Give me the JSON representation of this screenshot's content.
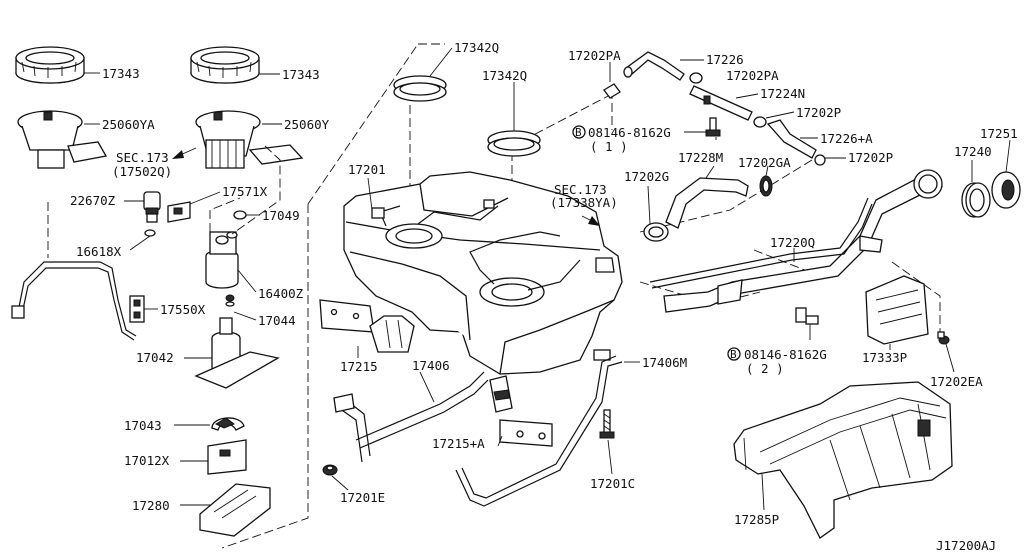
{
  "diagram_code": "J17200AJ",
  "parts": [
    {
      "key": "p17343a",
      "text": "17343"
    },
    {
      "key": "p17343b",
      "text": "17343"
    },
    {
      "key": "p25060ya",
      "text": "25060YA"
    },
    {
      "key": "p25060y",
      "text": "25060Y"
    },
    {
      "key": "p17342q_a",
      "text": "17342Q"
    },
    {
      "key": "p17342q_b",
      "text": "17342Q"
    },
    {
      "key": "p17202pa_a",
      "text": "17202PA"
    },
    {
      "key": "p17226",
      "text": "17226"
    },
    {
      "key": "p17202pa_b",
      "text": "17202PA"
    },
    {
      "key": "p17224n",
      "text": "17224N"
    },
    {
      "key": "p17202p_a",
      "text": "17202P"
    },
    {
      "key": "p17226a",
      "text": "17226+A"
    },
    {
      "key": "p17202p_b",
      "text": "17202P"
    },
    {
      "key": "p17251",
      "text": "17251"
    },
    {
      "key": "p17240",
      "text": "17240"
    },
    {
      "key": "p17228m",
      "text": "17228M"
    },
    {
      "key": "p17202ga",
      "text": "17202GA"
    },
    {
      "key": "p17202g",
      "text": "17202G"
    },
    {
      "key": "p17201",
      "text": "17201"
    },
    {
      "key": "p22670z",
      "text": "22670Z"
    },
    {
      "key": "p17571x",
      "text": "17571X"
    },
    {
      "key": "p17049",
      "text": "17049"
    },
    {
      "key": "p16618x",
      "text": "16618X"
    },
    {
      "key": "p16400z",
      "text": "16400Z"
    },
    {
      "key": "p17550x",
      "text": "17550X"
    },
    {
      "key": "p17044",
      "text": "17044"
    },
    {
      "key": "p17042",
      "text": "17042"
    },
    {
      "key": "p17220q",
      "text": "17220Q"
    },
    {
      "key": "p17215",
      "text": "17215"
    },
    {
      "key": "p17406",
      "text": "17406"
    },
    {
      "key": "p17406m",
      "text": "17406M"
    },
    {
      "key": "p17333p",
      "text": "17333P"
    },
    {
      "key": "p17202ea",
      "text": "17202EA"
    },
    {
      "key": "p17043",
      "text": "17043"
    },
    {
      "key": "p17012x",
      "text": "17012X"
    },
    {
      "key": "p17215a",
      "text": "17215+A"
    },
    {
      "key": "p17201c",
      "text": "17201C"
    },
    {
      "key": "p17280",
      "text": "17280"
    },
    {
      "key": "p17201e",
      "text": "17201E"
    },
    {
      "key": "p17285p",
      "text": "17285P"
    }
  ],
  "bolts": [
    {
      "key": "bolt_a",
      "symbol": "B",
      "part": "08146-8162G",
      "qty": "( 1 )"
    },
    {
      "key": "bolt_b",
      "symbol": "B",
      "part": "08146-8162G",
      "qty": "( 2 )"
    }
  ],
  "section_refs": [
    {
      "key": "sec_a",
      "title": "SEC.173",
      "sub": "(17502Q)"
    },
    {
      "key": "sec_b",
      "title": "SEC.173",
      "sub": "(17338YA)"
    }
  ]
}
